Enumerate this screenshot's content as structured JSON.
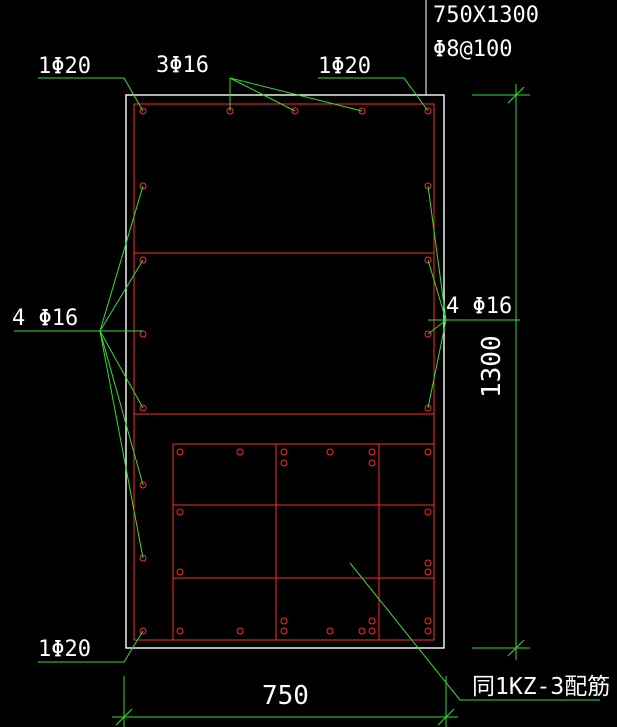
{
  "section": {
    "size_label": "750X1300",
    "stirrup_label": "Φ8@100"
  },
  "callouts": {
    "top_left_corner": "1Φ20",
    "top_middle": "3Φ16",
    "top_right_corner": "1Φ20",
    "left_side": "4 Φ16",
    "right_side": "4 Φ16",
    "bottom_left_corner": "1Φ20",
    "lower_region_note": "同1KZ-3配筋"
  },
  "dimensions": {
    "width": "750",
    "height": "1300"
  },
  "colors": {
    "background": "#000000",
    "outline": "#ffffff",
    "rebar": "#ff2a2a",
    "leader": "#33dd33",
    "text": "#ffffff"
  }
}
